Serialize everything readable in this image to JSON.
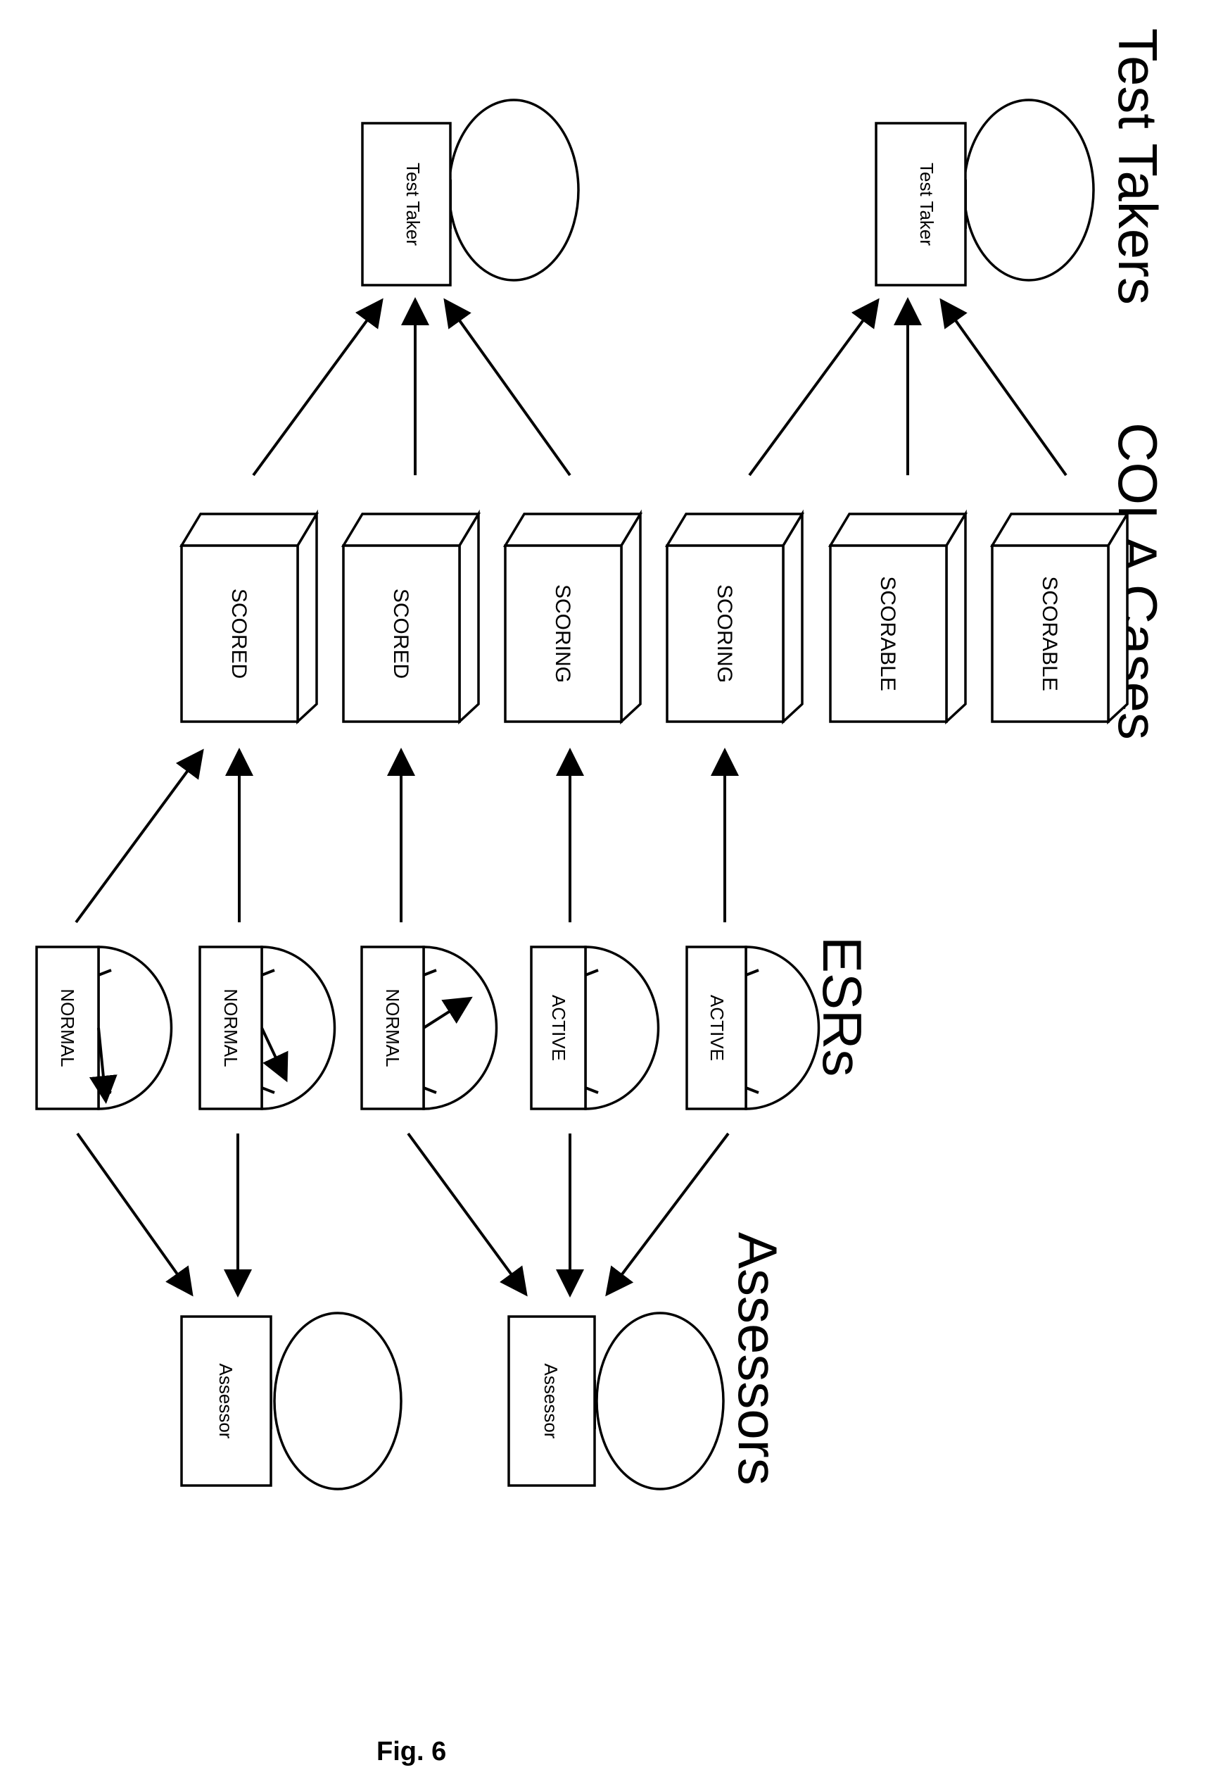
{
  "sections": {
    "test_takers": "Test Takers",
    "cola_cases": "COLA Cases",
    "esrs": "ESRs",
    "assessors": "Assessors"
  },
  "test_takers": [
    {
      "label": "Test Taker"
    },
    {
      "label": "Test Taker"
    }
  ],
  "cases": [
    {
      "label": "SCORED"
    },
    {
      "label": "SCORED"
    },
    {
      "label": "SCORING"
    },
    {
      "label": "SCORING"
    },
    {
      "label": "SCORABLE"
    },
    {
      "label": "SCORABLE"
    }
  ],
  "esrs": [
    {
      "label": "NORMAL"
    },
    {
      "label": "NORMAL"
    },
    {
      "label": "NORMAL"
    },
    {
      "label": "ACTIVE"
    },
    {
      "label": "ACTIVE"
    }
  ],
  "assessors": [
    {
      "label": "Assessor"
    },
    {
      "label": "Assessor"
    }
  ],
  "figure_label": "Fig. 6"
}
